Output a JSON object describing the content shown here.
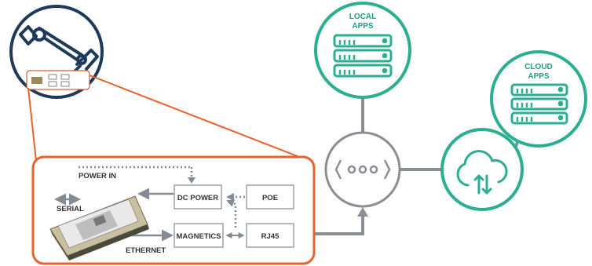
{
  "colors": {
    "teal": "#2bae91",
    "orange": "#e8632c",
    "navy": "#1e3a5a",
    "gray": "#8a8f96",
    "boxgray": "#9aa0a6",
    "arrow": "#858b93"
  },
  "icons": {
    "robot_arm": "robot-arm-icon",
    "server_local": "server-icon",
    "server_cloud": "server-icon",
    "gateway": "gateway-icon",
    "cloud": "cloud-sync-icon",
    "module": "module-board-icon"
  },
  "local_apps": {
    "line1": "LOCAL",
    "line2": "APPS"
  },
  "cloud_apps": {
    "line1": "CLOUD",
    "line2": "APPS"
  },
  "gateway_symbol": "⟨ooo⟩",
  "labels": {
    "power_in": "POWER IN",
    "serial": "SERIAL",
    "ethernet": "ETHERNET"
  },
  "boxes": {
    "dc_power": "DC POWER",
    "poe": "POE",
    "magnetics": "MAGNETICS",
    "rj45": "RJ45"
  }
}
